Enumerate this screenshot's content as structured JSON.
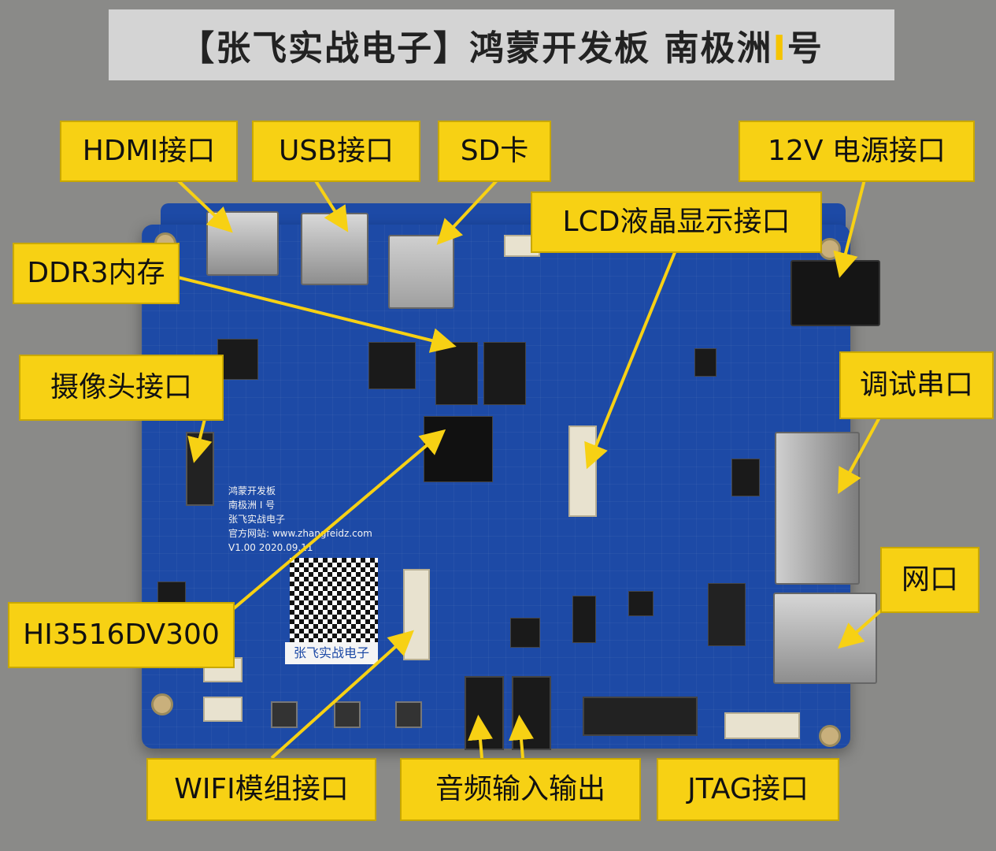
{
  "title": {
    "prefix": "【张飞实战电子】鸿蒙开发板 南极洲",
    "accent": "I",
    "suffix": "号"
  },
  "labels": {
    "hdmi": "HDMI接口",
    "usb": "USB接口",
    "sd": "SD卡",
    "power": "12V 电源接口",
    "lcd": "LCD液晶显示接口",
    "ddr3": "DDR3内存",
    "camera": "摄像头接口",
    "debug_serial": "调试串口",
    "network": "网口",
    "soc": "HI3516DV300",
    "wifi": "WIFI模组接口",
    "audio": "音频输入输出",
    "jtag": "JTAG接口"
  },
  "silkscreen": {
    "line1": "鸿蒙开发板",
    "line2": "南极洲 I 号",
    "line3": "张飞实战电子",
    "line4": "官方网站: www.zhangfeidz.com",
    "line5": "V1.00  2020.09.11",
    "qr_caption": "张飞实战电子"
  },
  "colors": {
    "label_bg": "#f7d114",
    "board": "#1d4aa6",
    "background": "#8a8a88",
    "title_bar": "#d4d4d4"
  }
}
